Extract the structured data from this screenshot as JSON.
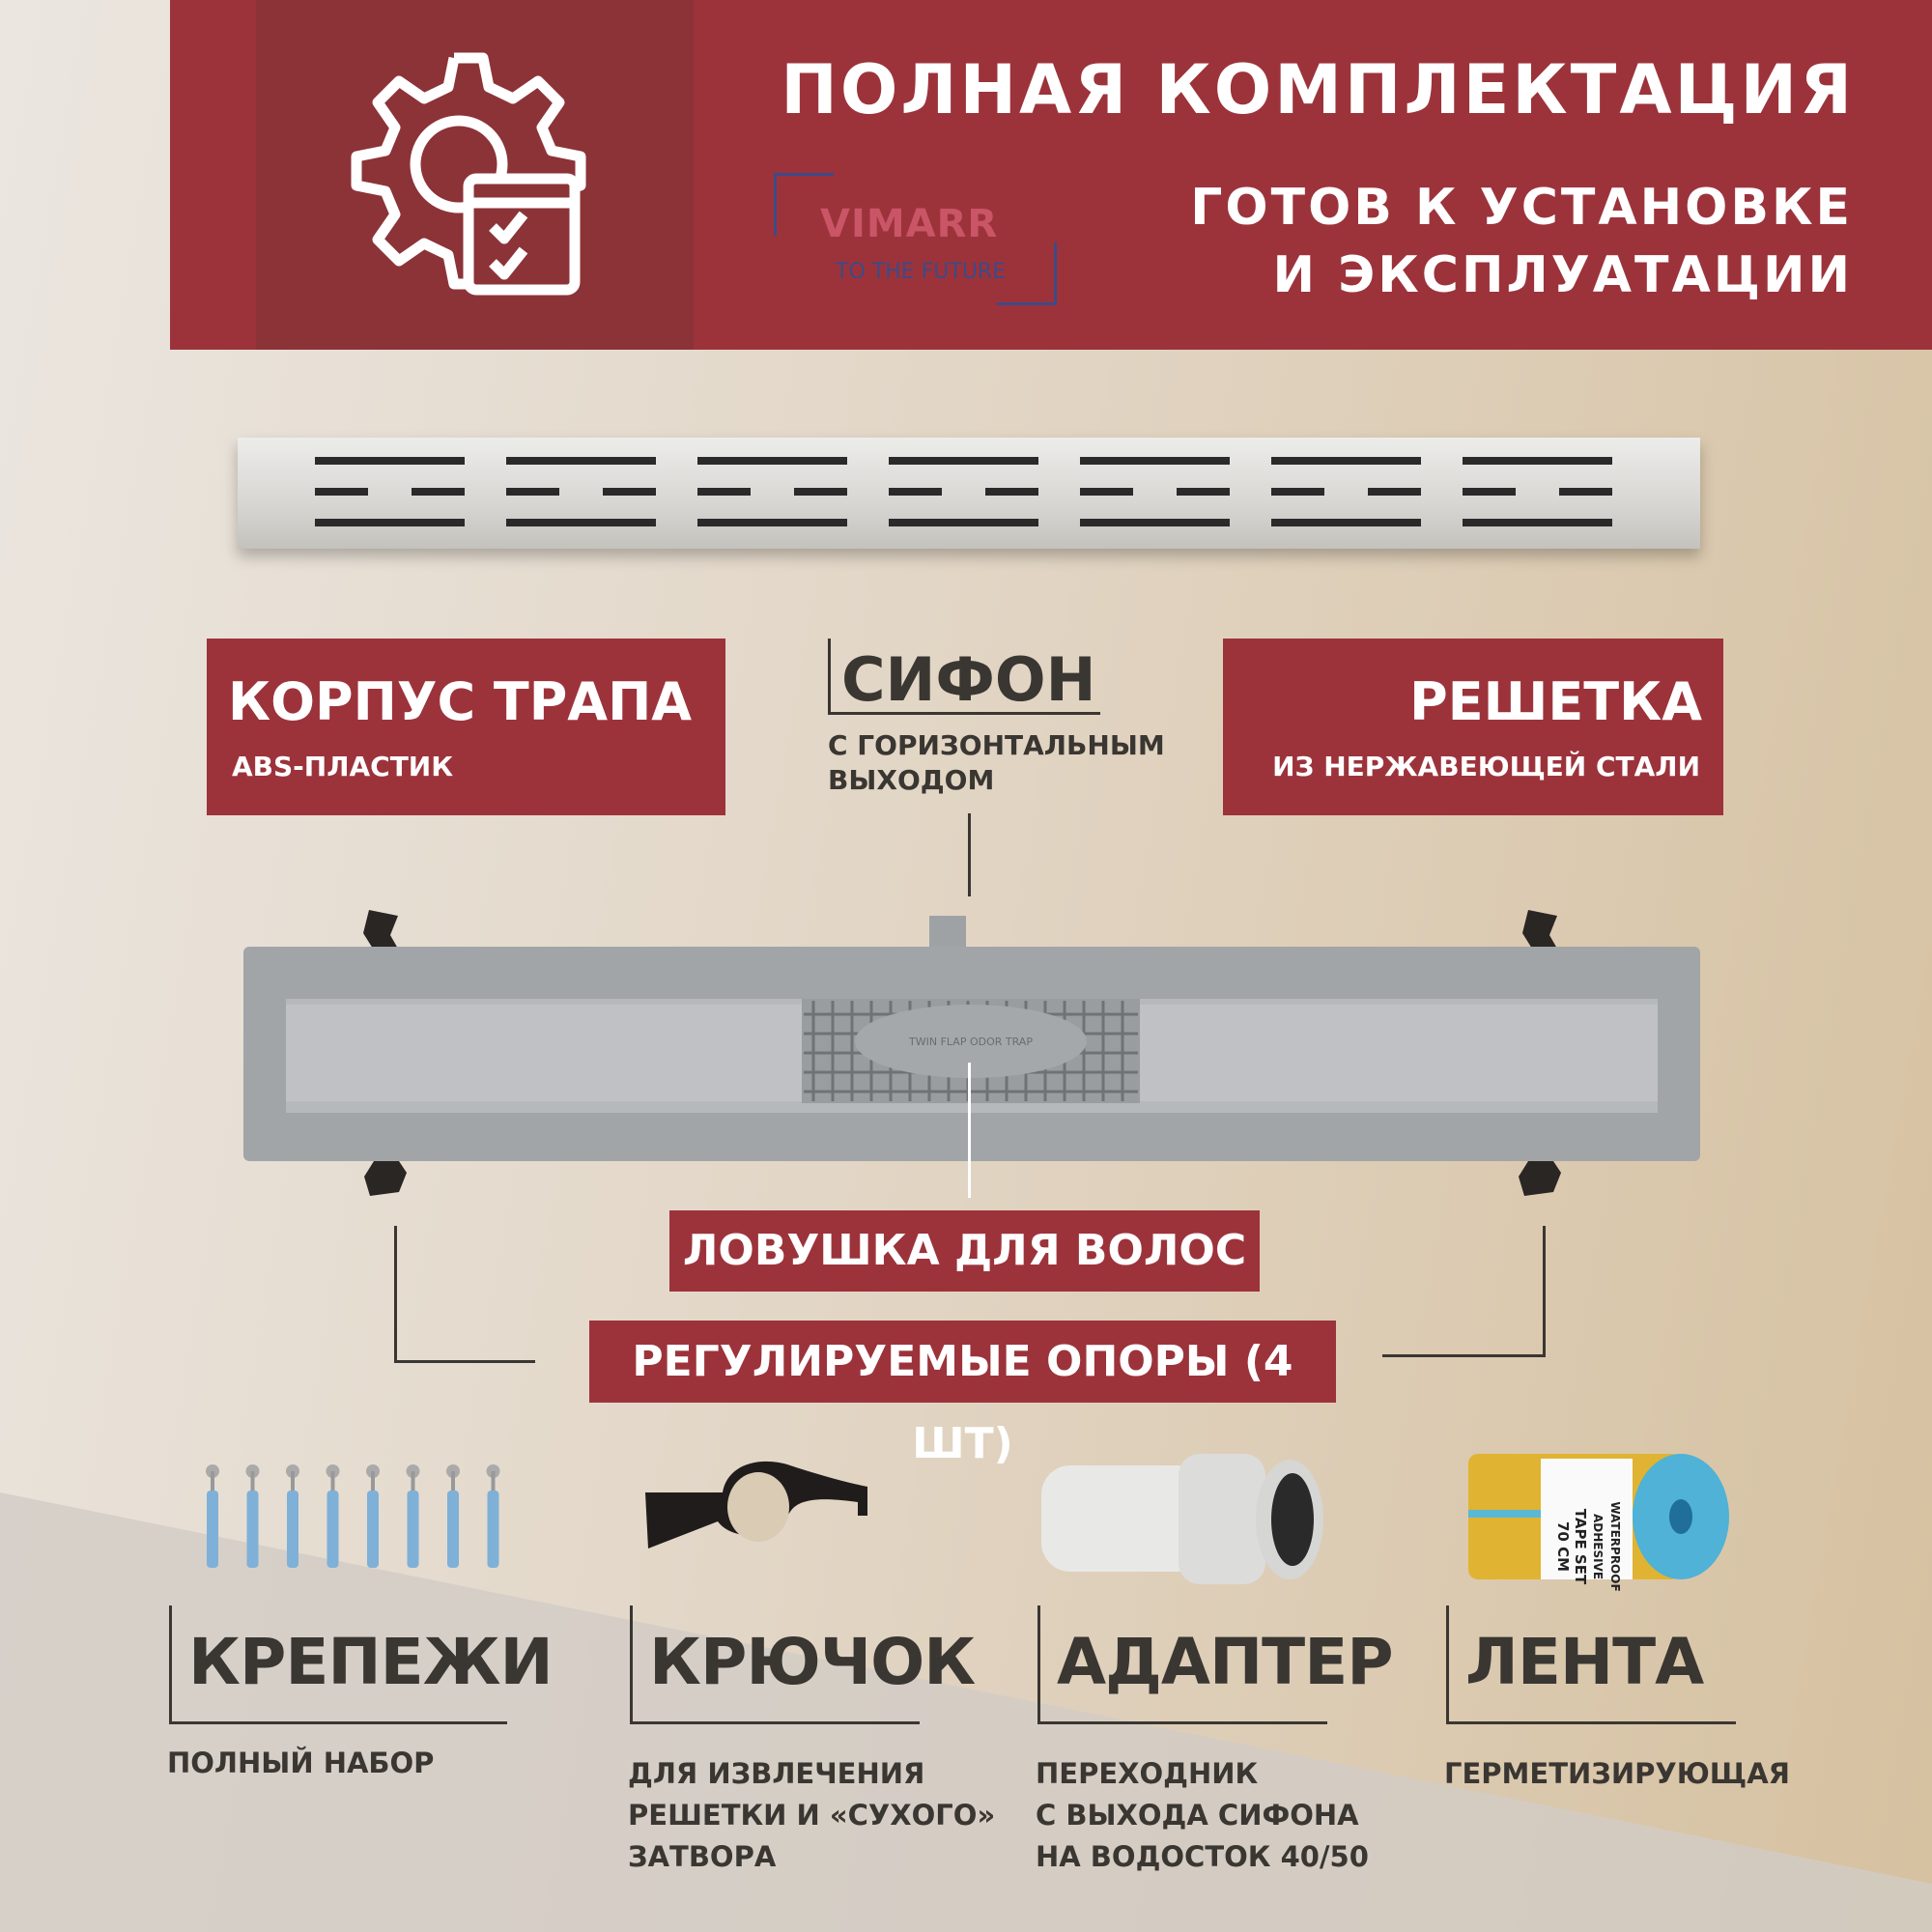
{
  "banner": {
    "title": "ПОЛНАЯ КОМПЛЕКТАЦИЯ",
    "subtitle_line1": "ГОТОВ К УСТАНОВКЕ",
    "subtitle_line2": "И ЭКСПЛУАТАЦИИ",
    "icon": "gear-checklist-icon",
    "logo": {
      "brand": "VIMARR",
      "tagline": "TO THE FUTURE"
    }
  },
  "labels": {
    "body": {
      "title": "КОРПУС ТРАПА",
      "subtitle": "ABS-ПЛАСТИК"
    },
    "siphon": {
      "title": "СИФОН",
      "line1": "С ГОРИЗОНТАЛЬНЫМ",
      "line2": "ВЫХОДОМ"
    },
    "grate": {
      "title": "РЕШЕТКА",
      "subtitle": "ИЗ НЕРЖАВЕЮЩЕЙ СТАЛИ"
    },
    "hair_trap": "ЛОВУШКА ДЛЯ ВОЛОС",
    "supports": "РЕГУЛИРУЕМЫЕ ОПОРЫ (4 ШТ)"
  },
  "drain_marking": "TWIN FLAP ODOR TRAP",
  "items": [
    {
      "title": "КРЕПЕЖИ",
      "lines": [
        "ПОЛНЫЙ НАБОР"
      ]
    },
    {
      "title": "КРЮЧОК",
      "lines": [
        "ДЛЯ ИЗВЛЕЧЕНИЯ",
        "РЕШЕТКИ И «СУХОГО»",
        "ЗАТВОРА"
      ]
    },
    {
      "title": "АДАПТЕР",
      "lines": [
        "ПЕРЕХОДНИК",
        "С ВЫХОДА СИФОНА",
        "НА ВОДОСТОК 40/50"
      ]
    },
    {
      "title": "ЛЕНТА",
      "lines": [
        "ГЕРМЕТИЗИРУЮЩАЯ"
      ]
    }
  ],
  "tape_label": {
    "line1": "WATERPROOF ADHESIVE",
    "line2": "TAPE SET",
    "line3": "70 CM"
  },
  "colors": {
    "accent": "#9c333b",
    "panel": "#8c3338",
    "text": "#3a3632"
  }
}
